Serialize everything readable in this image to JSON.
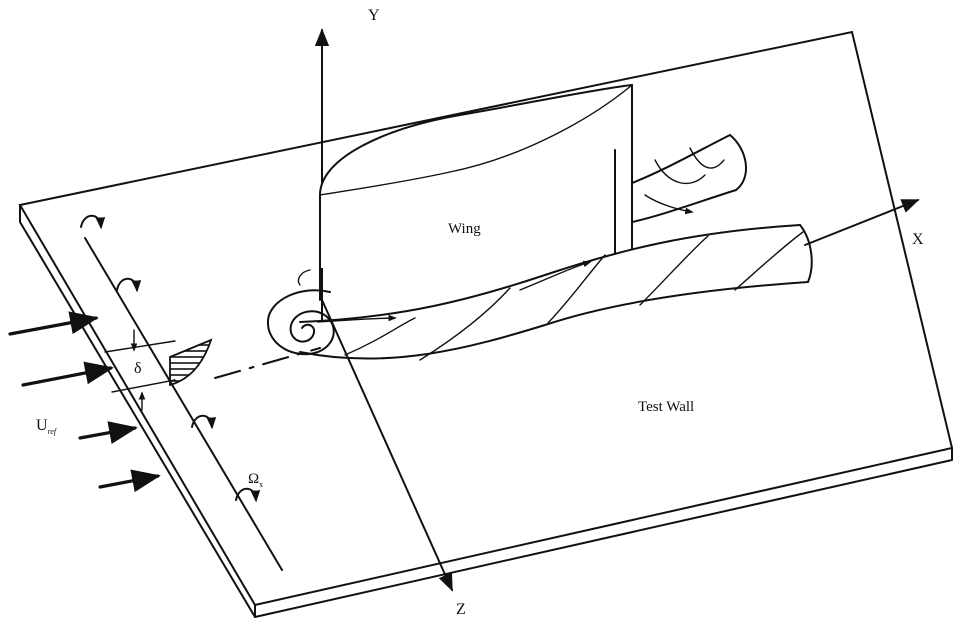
{
  "labels": {
    "axis_y": "Y",
    "axis_x": "X",
    "axis_z": "Z",
    "wing": "Wing",
    "test_wall": "Test Wall",
    "delta": "δ",
    "u_ref": "U",
    "u_ref_sub": "ref",
    "omega": "Ω",
    "omega_sub": "x"
  }
}
